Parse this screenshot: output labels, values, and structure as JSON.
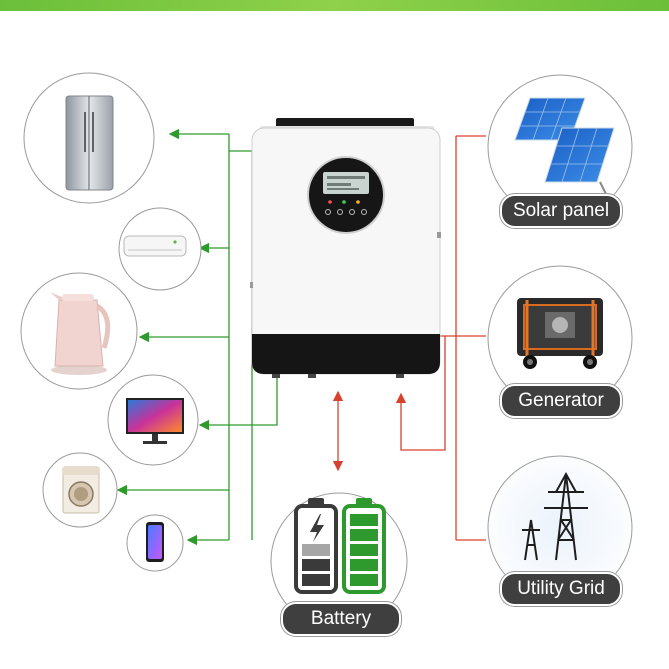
{
  "sources": {
    "solar_label": "Solar panel",
    "generator_label": "Generator",
    "grid_label": "Utility Grid"
  },
  "storage": {
    "battery_label": "Battery"
  },
  "icons": {
    "appliances": [
      "refrigerator-icon",
      "air-conditioner-icon",
      "kettle-icon",
      "monitor-icon",
      "washing-machine-icon",
      "smartphone-icon"
    ],
    "inverter": "inverter-icon",
    "sources": [
      "solar-panel-icon",
      "generator-icon",
      "transmission-tower-icon"
    ],
    "batteries": [
      "battery-low-icon",
      "battery-full-icon"
    ]
  },
  "colors": {
    "header_bar": "#7cc443",
    "load_lines": "#2e9a2e",
    "source_lines": "#d9412f",
    "pill_bg": "#3f3f3f"
  }
}
